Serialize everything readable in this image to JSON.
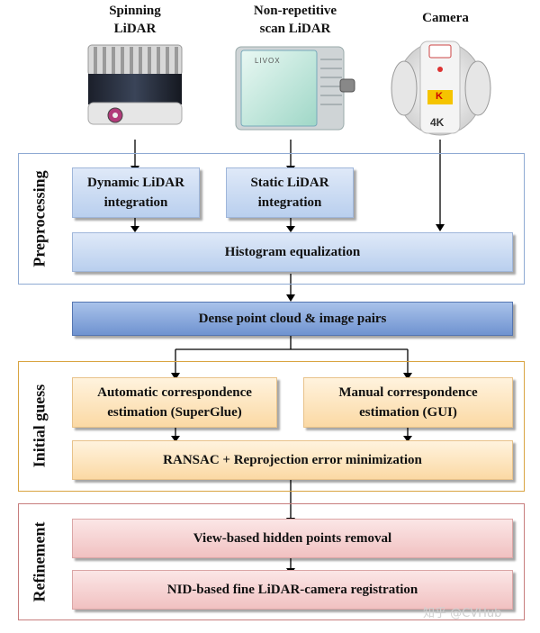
{
  "sensors": {
    "spinning": "Spinning\nLiDAR",
    "nonrep": "Non-repetitive\nscan LiDAR",
    "camera": "Camera",
    "livox_brand": "LIVOX",
    "kodak_brand": "K",
    "camera_4k": "4K"
  },
  "preprocessing": {
    "label": "Preprocessing",
    "dynamic": "Dynamic LiDAR\nintegration",
    "static": "Static LiDAR\nintegration",
    "histogram": "Histogram equalization"
  },
  "dense": "Dense point cloud & image pairs",
  "initial_guess": {
    "label": "Initial guess",
    "auto": "Automatic correspondence\nestimation (SuperGlue)",
    "manual": "Manual correspondence\nestimation (GUI)",
    "ransac": "RANSAC + Reprojection error minimization"
  },
  "refinement": {
    "label": "Refinement",
    "hidden": "View-based hidden points removal",
    "nid": "NID-based fine LiDAR-camera registration"
  },
  "watermark": "知乎 @CVHub",
  "colors": {
    "preprocessing_border": "#8faad3",
    "initial_guess_border": "#d9a441",
    "refinement_border": "#c77d7d"
  }
}
